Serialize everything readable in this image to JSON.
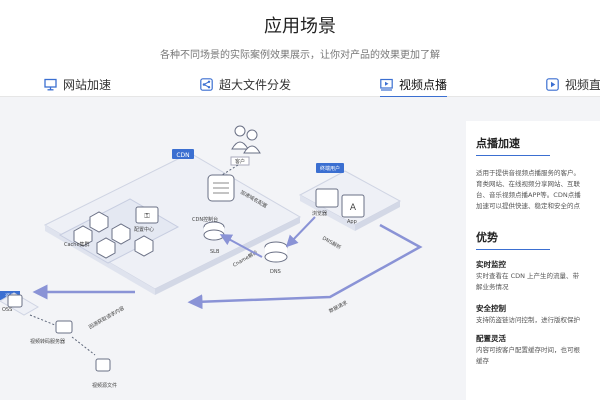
{
  "header": {
    "title": "应用场景",
    "subtitle": "各种不同场景的实际案例效果展示，让你对产品的效果更加了解"
  },
  "tabs": [
    {
      "label": "网站加速",
      "icon": "monitor-icon",
      "active": false
    },
    {
      "label": "超大文件分发",
      "icon": "share-icon",
      "active": false
    },
    {
      "label": "视频点播",
      "icon": "video-icon",
      "active": true
    },
    {
      "label": "视频直播",
      "icon": "play-icon",
      "active": false
    }
  ],
  "diagram": {
    "cdn": "CDN",
    "customer": "客户",
    "add_domain": "加速域名配置",
    "cdn_console": "CDN控制台",
    "config_center": "配置中心",
    "cache": "Cache集群",
    "slb": "SLB",
    "cname": "Cname解析",
    "dns": "DNS",
    "dns_resolve": "DNS解析",
    "end_user": "终端用户",
    "browser": "浏览器",
    "app": "App",
    "origin": "源站",
    "oss": "OSS",
    "back_to_origin": "回源获取请求内容",
    "data_request": "数据请求",
    "video_server": "视频转码服务器",
    "video_file": "视频源文件"
  },
  "panel": {
    "title": "点播加速",
    "desc_lines": [
      "适用于提供音视频点播服务的客户。",
      "育类网站、在线视频分享网站、互联",
      "台、音乐视频点播APP等。CDN点播",
      "加速可以提供快速、稳定和安全的点"
    ],
    "advantages_title": "优势",
    "features": [
      {
        "title": "实时监控",
        "lines": [
          "实时查看在 CDN 上产生的流量、带",
          "解业务情况"
        ]
      },
      {
        "title": "安全控制",
        "lines": [
          "支持防盗链访问控制，进行版权保护"
        ]
      },
      {
        "title": "配置灵活",
        "lines": [
          "内容可按客户配置缓存时间，也可根",
          "缓存"
        ]
      }
    ]
  },
  "colors": {
    "accent": "#3b6fd1",
    "arrow": "#8a93d6",
    "dash": "#5b6477",
    "node": "#ffffff"
  }
}
